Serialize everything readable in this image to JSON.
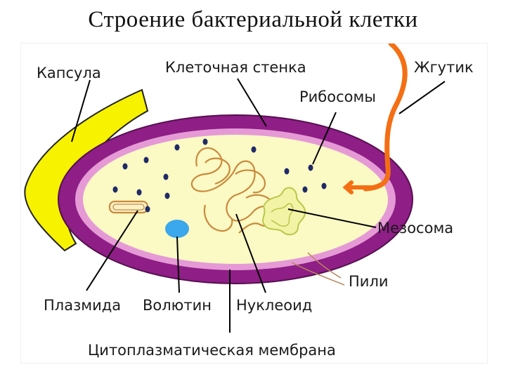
{
  "title": "Строение бактериальной клетки",
  "labels": {
    "capsule": "Капсула",
    "cell_wall": "Клеточная стенка",
    "flagellum": "Жгутик",
    "ribosomes": "Рибосомы",
    "mesosome": "Мезосома",
    "pili": "Пили",
    "plasmid": "Плазмида",
    "volutin": "Волютин",
    "nucleoid": "Нуклеоид",
    "cytoplasmic_membrane": "Цитоплазматическая мембрана"
  },
  "colors": {
    "capsule": "#f7f200",
    "cell_wall": "#8f1e86",
    "membrane": "#e59ad6",
    "cytoplasm": "#fbf9c4",
    "flagellum": "#f46f14",
    "nucleoid": "#c98a3c",
    "mesosome": "#b9c84a",
    "volutin": "#3ba7ec",
    "ribosome": "#1f2a66"
  }
}
